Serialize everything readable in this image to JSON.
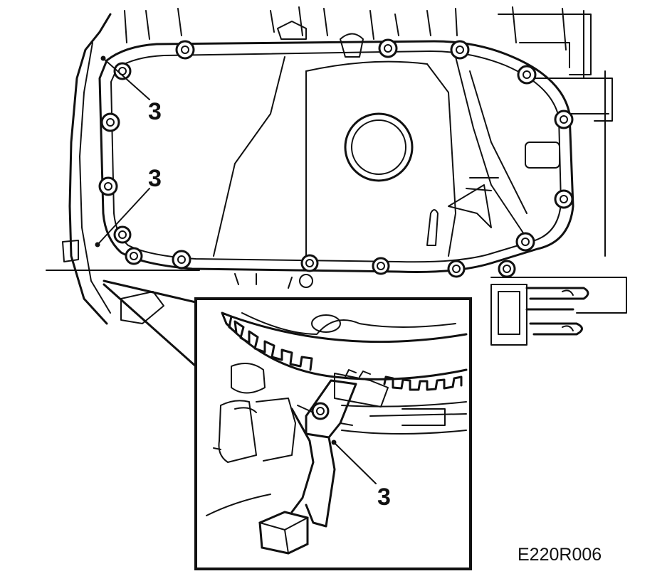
{
  "callouts": [
    {
      "id": "callout-1",
      "text": "3"
    },
    {
      "id": "callout-2",
      "text": "3"
    },
    {
      "id": "callout-3",
      "text": "3"
    }
  ],
  "figure_code": "E220R006"
}
